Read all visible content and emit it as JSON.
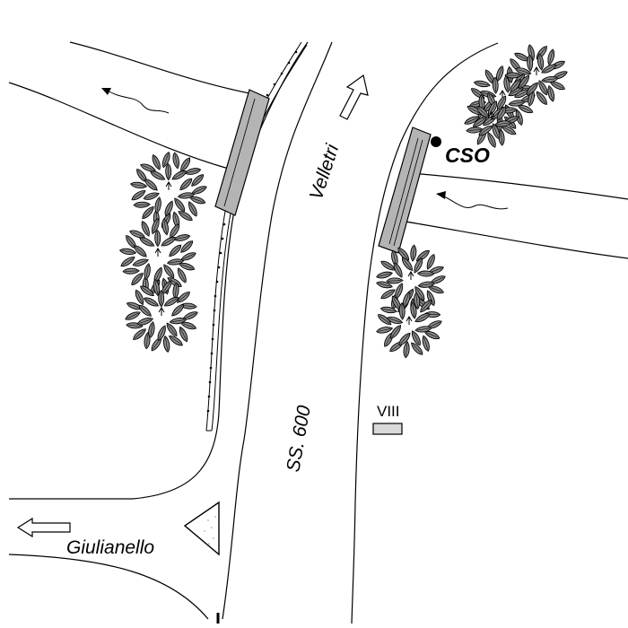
{
  "map": {
    "labels": {
      "velletri": "Velletri",
      "cso": "CSO",
      "ss600": "SS. 600",
      "viii": "VIII",
      "giulianello": "Giulianello"
    },
    "colors": {
      "line": "#000000",
      "bridge_fill": "#b4b4b4",
      "tree_fill": "#8a8a8a",
      "marker_fill": "#d9d9d9",
      "background": "#ffffff"
    },
    "icons": {
      "north_arrow": "direction-arrow-icon",
      "west_arrow": "direction-arrow-icon",
      "flow": "flow-arrow-icon",
      "yield_sign": "yield-triangle-icon",
      "tree": "tree-icon",
      "cso_point": "point-marker-icon"
    }
  }
}
